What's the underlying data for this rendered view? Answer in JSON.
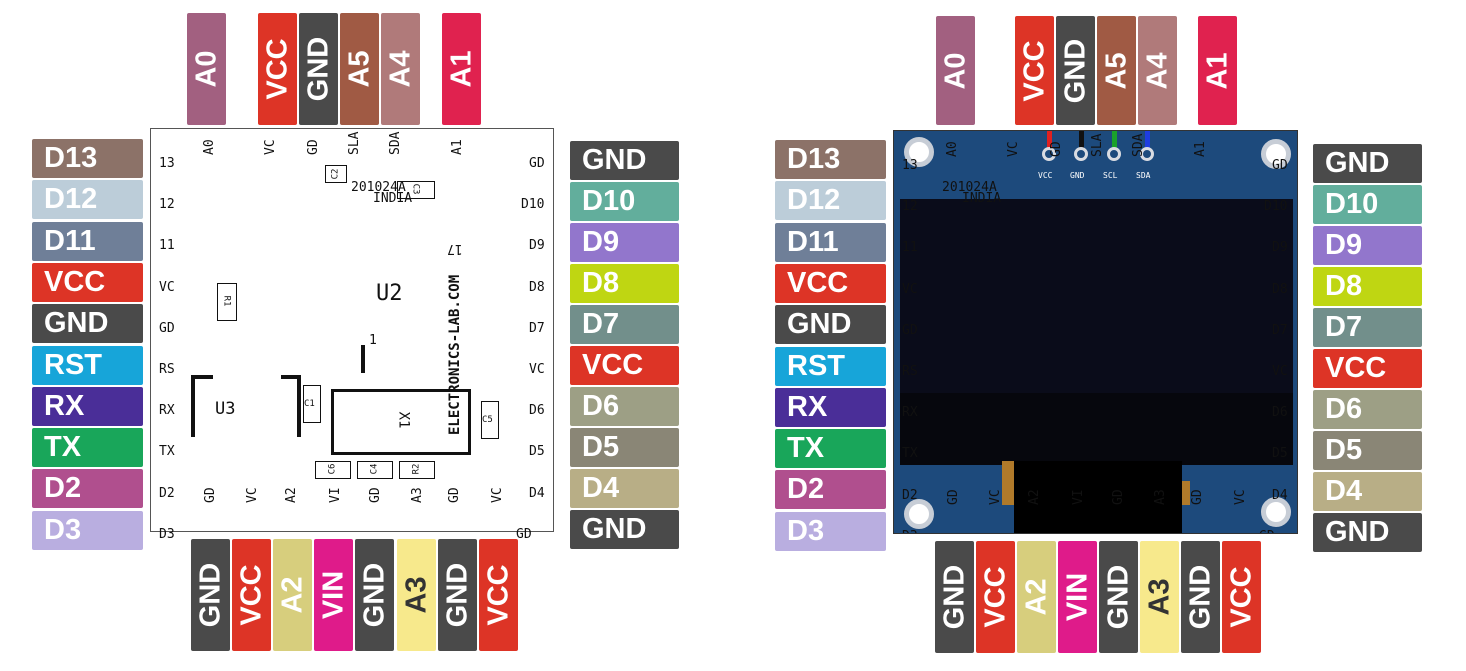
{
  "colors": {
    "A0": "#a26080",
    "VCC": "#dd3426",
    "GND": "#4a4a4a",
    "A5": "#a05a44",
    "A4": "#b07a7a",
    "A1": "#e0224f",
    "D13": "#8c7268",
    "D12": "#bccdd9",
    "D11": "#6f7f98",
    "RST": "#17a5d9",
    "RX": "#4a2e98",
    "TX": "#19a65a",
    "D2": "#b04f8e",
    "D3": "#b9aee0",
    "D10": "#62ae9c",
    "D9": "#9276cc",
    "D8": "#bfd612",
    "D7": "#728f8b",
    "D6": "#9d9f85",
    "D5": "#8a8676",
    "D4": "#b8ae86",
    "A2": "#d7ce7d",
    "VIN": "#df1b8a",
    "A3": "#f7e98c"
  },
  "top_pins": [
    "A0",
    "VCC",
    "GND",
    "A5",
    "A4",
    "A1"
  ],
  "left_pins": [
    "D13",
    "D12",
    "D11",
    "VCC",
    "GND",
    "RST",
    "RX",
    "TX",
    "D2",
    "D3"
  ],
  "right_pins": [
    "GND",
    "D10",
    "D9",
    "D8",
    "D7",
    "VCC",
    "D6",
    "D5",
    "D4",
    "GND"
  ],
  "bottom_pins": [
    "GND",
    "VCC",
    "A2",
    "VIN",
    "GND",
    "A3",
    "GND",
    "VCC"
  ],
  "silk": {
    "top": [
      "A0",
      "VC",
      "GD",
      "SLA",
      "SDA",
      "A1"
    ],
    "left": [
      "13",
      "12",
      "11",
      "VC",
      "GD",
      "RS",
      "RX",
      "TX",
      "D2",
      "D3"
    ],
    "right": [
      "GD",
      "D10",
      "D9",
      "D8",
      "D7",
      "VC",
      "D6",
      "D5",
      "D4",
      "GD"
    ],
    "bottom": [
      "GD",
      "VC",
      "A2",
      "VI",
      "GD",
      "A3",
      "GD",
      "VC"
    ],
    "code": "201024A",
    "country": "INDIA",
    "brand": "ELECTRONICS-LAB.COM",
    "num17": "17",
    "u2": "U2",
    "u3": "U3",
    "x1": "X1",
    "one": "1",
    "c1": "C1",
    "c2": "C2",
    "c3": "C3",
    "c4": "C4",
    "c5": "C5",
    "c6": "C6",
    "r1": "R1",
    "r2": "R2"
  },
  "oled_pads": [
    "VCC",
    "GND",
    "SCL",
    "SDA"
  ],
  "wire_colors": [
    "#e02020",
    "#111111",
    "#1aa12a",
    "#1e3de0"
  ]
}
